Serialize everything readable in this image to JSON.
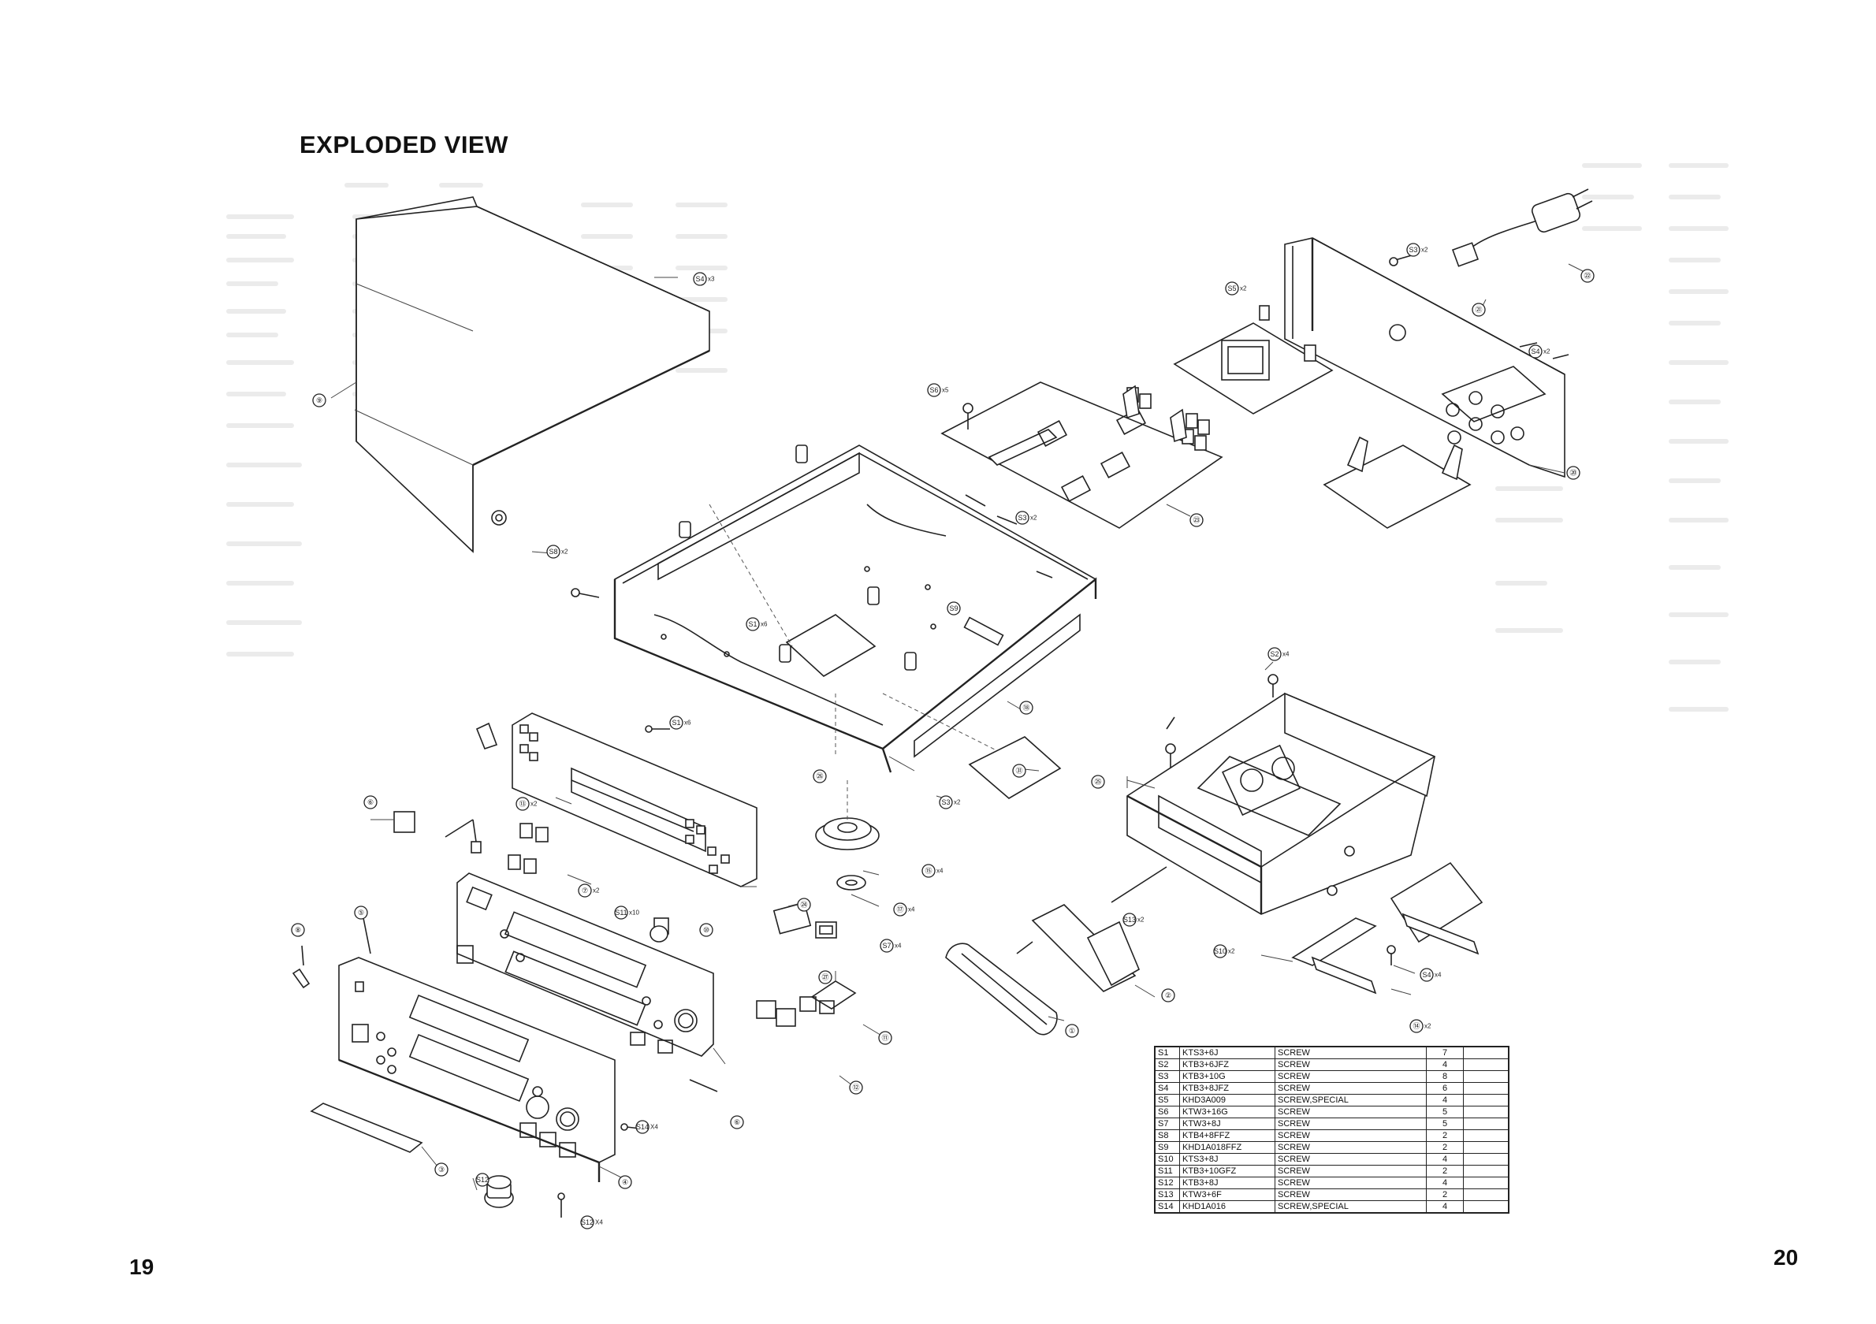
{
  "title": "EXPLODED VIEW",
  "page_numbers": {
    "left": "19",
    "right": "20"
  },
  "callouts": [
    {
      "label": "⑨",
      "mult": ""
    },
    {
      "label": "S4",
      "mult": "x3"
    },
    {
      "label": "S8",
      "mult": "x2"
    },
    {
      "label": "S5",
      "mult": "x2"
    },
    {
      "label": "S3",
      "mult": "x2"
    },
    {
      "label": "S4",
      "mult": "x2"
    },
    {
      "label": "㉒",
      "mult": ""
    },
    {
      "label": "㉑",
      "mult": ""
    },
    {
      "label": "S6",
      "mult": "x5"
    },
    {
      "label": "S3",
      "mult": "x2"
    },
    {
      "label": "㉓",
      "mult": ""
    },
    {
      "label": "⑳",
      "mult": ""
    },
    {
      "label": "S1",
      "mult": "x6"
    },
    {
      "label": "S9",
      "mult": ""
    },
    {
      "label": "⑱",
      "mult": ""
    },
    {
      "label": "S2",
      "mult": "x4"
    },
    {
      "label": "㉖",
      "mult": ""
    },
    {
      "label": "S1",
      "mult": "x6"
    },
    {
      "label": "⑥",
      "mult": ""
    },
    {
      "label": "⑬",
      "mult": "x2"
    },
    {
      "label": "⑦",
      "mult": "x2"
    },
    {
      "label": "㉕",
      "mult": ""
    },
    {
      "label": "S3",
      "mult": "x2"
    },
    {
      "label": "㉛",
      "mult": ""
    },
    {
      "label": "⑮",
      "mult": "x4"
    },
    {
      "label": "⑰",
      "mult": "x4"
    },
    {
      "label": "S7",
      "mult": "x4"
    },
    {
      "label": "㉔",
      "mult": ""
    },
    {
      "label": "⑤",
      "mult": ""
    },
    {
      "label": "S11",
      "mult": "x10"
    },
    {
      "label": "⑩",
      "mult": ""
    },
    {
      "label": "㉗",
      "mult": ""
    },
    {
      "label": "S13",
      "mult": "x2"
    },
    {
      "label": "S10",
      "mult": "x2"
    },
    {
      "label": "②",
      "mult": ""
    },
    {
      "label": "S4",
      "mult": "x4"
    },
    {
      "label": "⑭",
      "mult": "x2"
    },
    {
      "label": "⑪",
      "mult": ""
    },
    {
      "label": "①",
      "mult": ""
    },
    {
      "label": "⑫",
      "mult": ""
    },
    {
      "label": "⑥",
      "mult": ""
    },
    {
      "label": "S14",
      "mult": "X4"
    },
    {
      "label": "④",
      "mult": ""
    },
    {
      "label": "S12",
      "mult": ""
    },
    {
      "label": "③",
      "mult": ""
    },
    {
      "label": "S12",
      "mult": "X4"
    },
    {
      "label": "⑧",
      "mult": ""
    }
  ],
  "screw_table": {
    "rows": [
      {
        "id": "S1",
        "part": "KTS3+6J",
        "desc": "SCREW",
        "qty": "7"
      },
      {
        "id": "S2",
        "part": "KTB3+6JFZ",
        "desc": "SCREW",
        "qty": "4"
      },
      {
        "id": "S3",
        "part": "KTB3+10G",
        "desc": "SCREW",
        "qty": "8"
      },
      {
        "id": "S4",
        "part": "KTB3+8JFZ",
        "desc": "SCREW",
        "qty": "6"
      },
      {
        "id": "S5",
        "part": "KHD3A009",
        "desc": "SCREW,SPECIAL",
        "qty": "4"
      },
      {
        "id": "S6",
        "part": "KTW3+16G",
        "desc": "SCREW",
        "qty": "5"
      },
      {
        "id": "S7",
        "part": "KTW3+8J",
        "desc": "SCREW",
        "qty": "5"
      },
      {
        "id": "S8",
        "part": "KTB4+8FFZ",
        "desc": "SCREW",
        "qty": "2"
      },
      {
        "id": "S9",
        "part": "KHD1A018FFZ",
        "desc": "SCREW",
        "qty": "2"
      },
      {
        "id": "S10",
        "part": "KTS3+8J",
        "desc": "SCREW",
        "qty": "4"
      },
      {
        "id": "S11",
        "part": "KTB3+10GFZ",
        "desc": "SCREW",
        "qty": "2"
      },
      {
        "id": "S12",
        "part": "KTB3+8J",
        "desc": "SCREW",
        "qty": "4"
      },
      {
        "id": "S13",
        "part": "KTW3+6F",
        "desc": "SCREW",
        "qty": "2"
      },
      {
        "id": "S14",
        "part": "KHD1A016",
        "desc": "SCREW,SPECIAL",
        "qty": "4"
      }
    ]
  }
}
